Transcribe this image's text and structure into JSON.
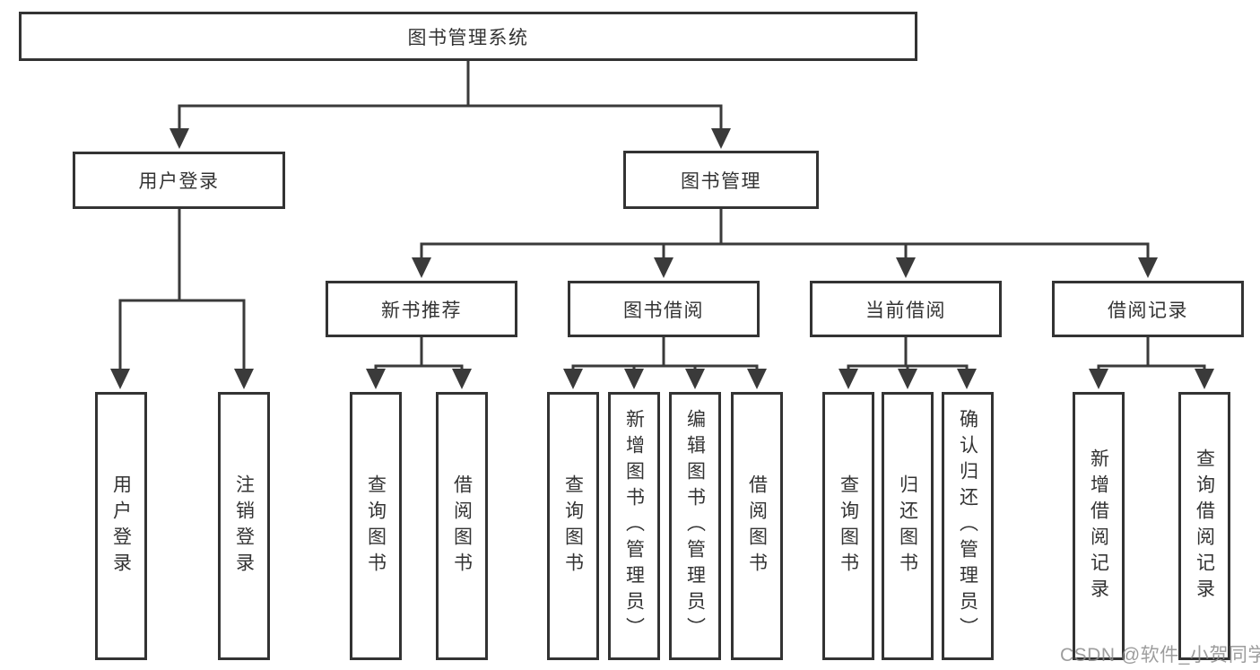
{
  "tree": {
    "root": "图书管理系统",
    "branches": [
      {
        "label": "用户登录",
        "children": [
          "用户登录",
          "注销登录"
        ]
      },
      {
        "label": "图书管理",
        "groups": [
          {
            "label": "新书推荐",
            "children": [
              "查询图书",
              "借阅图书"
            ]
          },
          {
            "label": "图书借阅",
            "children": [
              "查询图书",
              "新增图书（管理员）",
              "编辑图书（管理员）",
              "借阅图书"
            ]
          },
          {
            "label": "当前借阅",
            "children": [
              "查询图书",
              "归还图书",
              "确认归还（管理员）"
            ]
          },
          {
            "label": "借阅记录",
            "children": [
              "新增借阅记录",
              "查询借阅记录"
            ]
          }
        ]
      }
    ]
  },
  "watermark": "CSDN @软件_小贺同学",
  "colors": {
    "line": "#3a3a3a",
    "box_border": "#333333",
    "text": "#333333",
    "watermark": "#8c8c8c",
    "background": "#ffffff"
  }
}
